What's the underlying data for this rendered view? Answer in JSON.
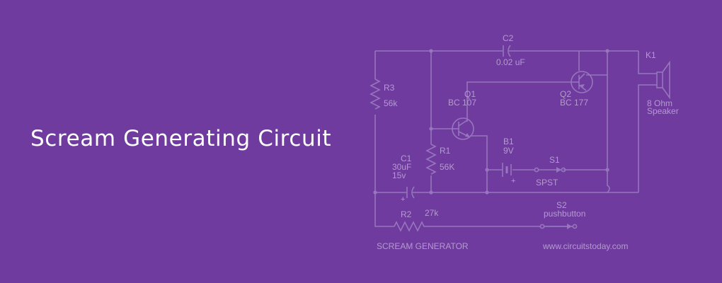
{
  "banner": {
    "title": "Scream Generating Circuit",
    "background_color": "#703b9e",
    "schematic_color": "#9676bd"
  },
  "schematic": {
    "components": [
      {
        "ref": "C2",
        "value": "0.02 uF"
      },
      {
        "ref": "K1",
        "value_line1": "8 Ohm",
        "value_line2": "Speaker"
      },
      {
        "ref": "R3",
        "value": "56k"
      },
      {
        "ref": "Q1",
        "value": "BC 107"
      },
      {
        "ref": "Q2",
        "value": "BC 177"
      },
      {
        "ref": "R1",
        "value": "56K"
      },
      {
        "ref": "C1",
        "value_line1": "30uF",
        "value_line2": "15v"
      },
      {
        "ref": "B1",
        "value": "9V"
      },
      {
        "ref": "S1",
        "value": "SPST"
      },
      {
        "ref": "S2",
        "value": "pushbutton"
      },
      {
        "ref": "R2",
        "value": "27k"
      }
    ],
    "battery_polarity": "+",
    "capacitor_polarity": "+",
    "footer_left": "SCREAM GENERATOR",
    "footer_right": "www.circuitstoday.com"
  }
}
